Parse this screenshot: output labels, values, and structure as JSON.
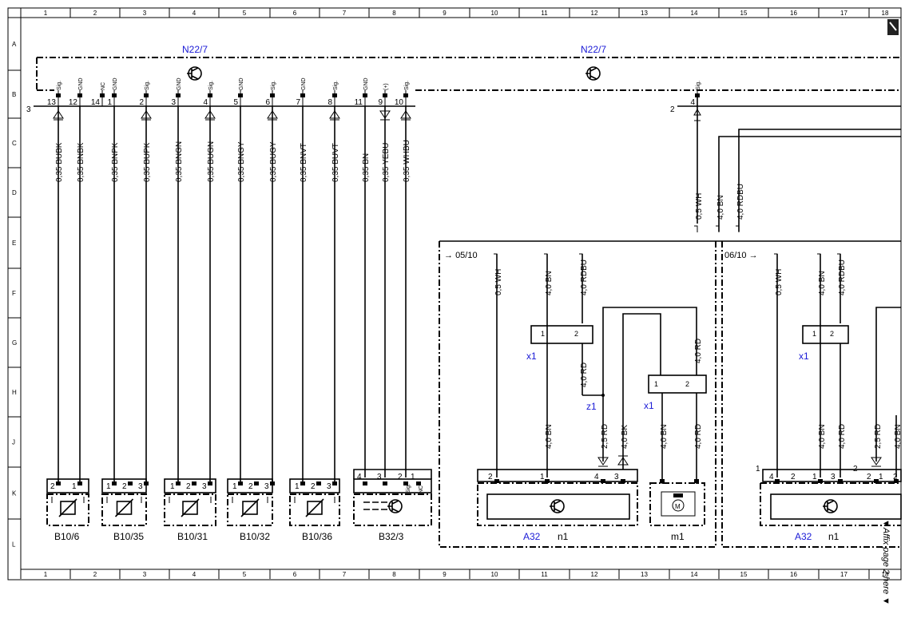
{
  "grid": {
    "columns": [
      "1",
      "2",
      "3",
      "4",
      "5",
      "6",
      "7",
      "8",
      "9",
      "10",
      "11",
      "12",
      "13",
      "14",
      "15",
      "16",
      "17",
      "18"
    ],
    "rows": [
      "A",
      "B",
      "C",
      "D",
      "E",
      "F",
      "G",
      "H",
      "J",
      "K",
      "L"
    ]
  },
  "units": {
    "n22_left": "N22/7",
    "n22_right": "N22/7",
    "n22_pin_side": "3",
    "n22_pin_right_side": "2"
  },
  "n22_pins": [
    {
      "num": "13",
      "sig": "Sig."
    },
    {
      "num": "12",
      "sig": "GND"
    },
    {
      "num": "14",
      "sig": "NC"
    },
    {
      "num": "1",
      "sig": "GND"
    },
    {
      "num": "2",
      "sig": "Sig."
    },
    {
      "num": "3",
      "sig": "GND"
    },
    {
      "num": "4",
      "sig": "Sig."
    },
    {
      "num": "5",
      "sig": "GND"
    },
    {
      "num": "6",
      "sig": "Sig."
    },
    {
      "num": "7",
      "sig": "GND"
    },
    {
      "num": "8",
      "sig": "Sig."
    },
    {
      "num": "11",
      "sig": "GND"
    },
    {
      "num": "9",
      "sig": "(+)"
    },
    {
      "num": "10",
      "sig": "Sig."
    },
    {
      "num": "4",
      "sig": "Sig."
    }
  ],
  "wires_left": [
    "0,35 BUBK",
    "0,35 BNBK",
    "0,35 BNPK",
    "0,35 BUPK",
    "0,35 BNGN",
    "0,35 BUGN",
    "0,35 BNGY",
    "0,35 BUGY",
    "0,35 BNVT",
    "0,35 BUVT",
    "0,35 BN",
    "0,35 YEBU",
    "0,35 WHBU"
  ],
  "wires_right_top": [
    "0,5 WH",
    "4,0 BN",
    "4,0 RDBU"
  ],
  "sensors": [
    {
      "name": "B10/6",
      "pins": [
        "2",
        "1"
      ]
    },
    {
      "name": "B10/35",
      "pins": [
        "1",
        "2",
        "3"
      ]
    },
    {
      "name": "B10/31",
      "pins": [
        "1",
        "2",
        "3"
      ]
    },
    {
      "name": "B10/32",
      "pins": [
        "1",
        "2",
        "3"
      ]
    },
    {
      "name": "B10/36",
      "pins": [
        "1",
        "2",
        "3"
      ]
    },
    {
      "name": "B32/3",
      "pins": [
        "4",
        "3",
        "2",
        "1"
      ],
      "sig": "Sig.",
      "nc": "NC"
    }
  ],
  "section1": {
    "ref": "05/10",
    "wires_top": [
      "0,5 WH",
      "4,0 BN",
      "4,0 RDBU"
    ],
    "x1_a": {
      "label": "x1",
      "pins": [
        "1",
        "2"
      ]
    },
    "x1_b": {
      "label": "x1",
      "pins": [
        "1",
        "2"
      ]
    },
    "z1": "z1",
    "mid_wires": [
      "4,0 RD",
      "4,0 RD"
    ],
    "wires_bottom": [
      "4,0 BN",
      "2,5 RD",
      "4,0 BK",
      "4,0 BN",
      "4,0 RD"
    ],
    "a32_pins": [
      "2",
      "1",
      "4",
      "3"
    ],
    "a32": "A32",
    "n1": "n1",
    "m1": "m1"
  },
  "section2": {
    "ref": "06/10",
    "wires_top": [
      "0,5 WH",
      "4,0 BN",
      "4,0 RDBU"
    ],
    "x1": {
      "label": "x1",
      "pins": [
        "1",
        "2"
      ]
    },
    "wires_bottom": [
      "4,0 BN",
      "4,0 RD",
      "2,5 RD",
      "4,0 BN"
    ],
    "a32_pins": [
      "4",
      "2",
      "1",
      "3",
      "2",
      "1",
      "2"
    ],
    "connector_side": [
      "1",
      "2"
    ],
    "a32": "A32",
    "n1": "n1"
  },
  "side_note": "Affix page 2 here"
}
